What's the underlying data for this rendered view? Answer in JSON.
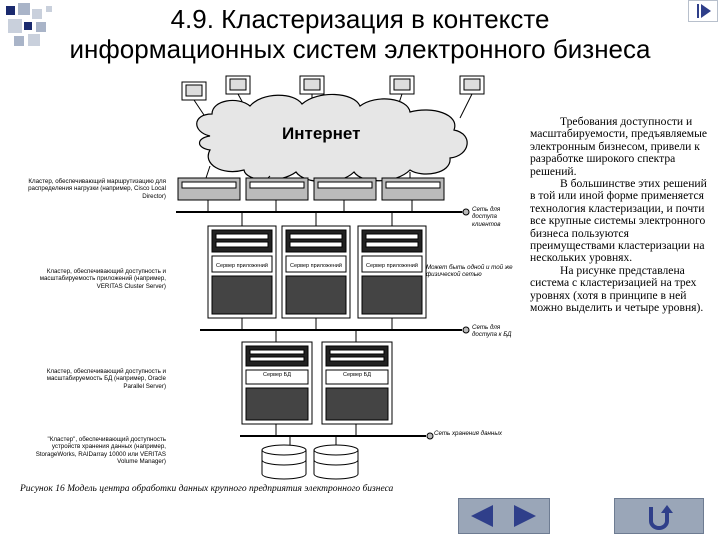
{
  "slide": {
    "title_line1": "4.9. Кластеризация в контексте",
    "title_line2": "информационных систем электронного бизнеса",
    "paragraphs": [
      "Требования доступности и масштабируемости, предъявляемые электронным бизнесом, привели к разработке широкого спектра решений.",
      "В большинстве этих решений в той или иной форме применяется технология кластеризации, и почти все крупные системы электронного бизнеса пользуются преимуществами кластеризации на нескольких уровнях.",
      "На рисунке представлена система с кластеризацией на трех уровнях (хотя в принципе в ней можно выделить и четыре уровня)."
    ],
    "caption": "Рисунок 16 Модель центра обработки данных крупного предприятия электронного бизнеса"
  },
  "diagram": {
    "cloud_label": "Интернет",
    "left_labels": [
      "Кластер, обеспечивающий маршрутизацию для распределения нагрузки (например, Cisco Local Director)",
      "Кластер, обеспечивающий доступность и масштабируемость приложений (например, VERITAS Cluster Server)",
      "Кластер, обеспечивающий доступность и масштабируемость БД (например, Oracle Parallel Server)",
      "\"Кластер\", обеспечивающий доступность устройств хранения данных (например, StorageWorks, RAIDarray 10000 или VERITAS Volume Manager)"
    ],
    "right_notes": {
      "client_network": "Сеть для доступа клиентов",
      "physical_network": "Может быть одной и той же физической сетью",
      "db_network": "Сеть для доступа к БД",
      "storage_network": "Сеть хранения данных"
    },
    "app_server_label": "Сервер приложений",
    "db_server_label": "Сервер БД"
  },
  "navigation": {
    "prev_icon": "triangle-left-icon",
    "next_icon": "triangle-right-icon",
    "home_icon": "return-arrow-icon",
    "corner_icon": "triangle-right-icon"
  },
  "colors": {
    "nav_button": "#9aa6b8",
    "nav_arrow": "#2f3f8a",
    "deco_dark": "#1a2a6e",
    "deco_light": "#a9b4c8"
  }
}
